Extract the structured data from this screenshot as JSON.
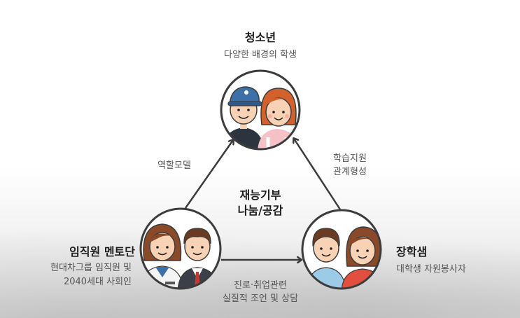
{
  "nodes": {
    "youth": {
      "title": "청소년",
      "subtitle": "다양한 배경의 학생"
    },
    "mentor": {
      "title": "임직원 멘토단",
      "subtitle_line1": "현대차그룹 임직원 및",
      "subtitle_line2": "2040세대 사회인"
    },
    "scholar": {
      "title": "장학샘",
      "subtitle": "대학생 자원봉사자"
    }
  },
  "edges": {
    "mentor_to_youth": "역할모델",
    "scholar_to_youth_line1": "학습지원",
    "scholar_to_youth_line2": "관계형성",
    "mentor_to_scholar_line1": "진로·취업관련",
    "mentor_to_scholar_line2": "실질적 조언 및 상담"
  },
  "center": {
    "line1": "재능기부",
    "line2": "나눔/공감"
  },
  "colors": {
    "stroke": "#3c3c3c",
    "skin": "#f7d2b4",
    "hair_brown": "#8a4a2a",
    "hair_orange": "#d2612c",
    "cap_blue": "#3d6fa8"
  }
}
